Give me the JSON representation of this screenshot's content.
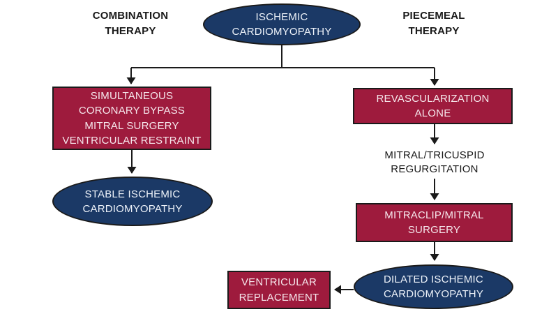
{
  "colors": {
    "background": "#FFFFFF",
    "box_red": "#9E1B3D",
    "box_red_text": "#F6E7EC",
    "ellipse_navy": "#1B3966",
    "ellipse_text": "#EDF2F9",
    "line_black": "#1A1A1A",
    "heading_text": "#1A1A1A"
  },
  "headers": {
    "left": "COMBINATION\nTHERAPY",
    "right": "PIECEMEAL\nTHERAPY"
  },
  "nodes": {
    "root": "ISCHEMIC\nCARDIOMYOPATHY",
    "combination_box": "SIMULTANEOUS\nCORONARY BYPASS\nMITRAL SURGERY\nVENTRICULAR RESTRAINT",
    "stable_ellipse": "STABLE ISCHEMIC\nCARDIOMYOPATHY",
    "revascularization_box": "REVASCULARIZATION\nALONE",
    "regurgitation_text": "MITRAL/TRICUSPID\nREGURGITATION",
    "mitraclip_box": "MITRACLIP/MITRAL\nSURGERY",
    "dilated_ellipse": "DILATED ISCHEMIC\nCARDIOMYOPATHY",
    "replacement_box": "VENTRICULAR\nREPLACEMENT"
  }
}
